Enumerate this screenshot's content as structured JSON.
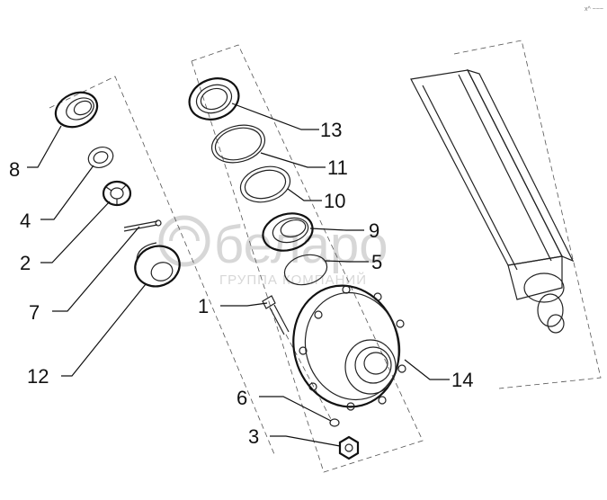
{
  "corner_mark": "x^ ~~~",
  "watermark": {
    "brand": "белаpo",
    "tagline": "ГРУППА КОМПАНИЙ"
  },
  "callouts": [
    {
      "id": "13",
      "part": "seal"
    },
    {
      "id": "11",
      "part": "gasket"
    },
    {
      "id": "10",
      "part": "gasket"
    },
    {
      "id": "9",
      "part": "bearing"
    },
    {
      "id": "5",
      "part": "ring"
    },
    {
      "id": "8",
      "part": "bearing"
    },
    {
      "id": "4",
      "part": "washer"
    },
    {
      "id": "2",
      "part": "nut"
    },
    {
      "id": "7",
      "part": "cotter-pin"
    },
    {
      "id": "12",
      "part": "cap"
    },
    {
      "id": "1",
      "part": "bolt"
    },
    {
      "id": "14",
      "part": "hub"
    },
    {
      "id": "6",
      "part": "washer"
    },
    {
      "id": "3",
      "part": "nut"
    }
  ],
  "colors": {
    "ink": "#111111",
    "watermark": "#d7d7d7",
    "background": "#ffffff"
  }
}
